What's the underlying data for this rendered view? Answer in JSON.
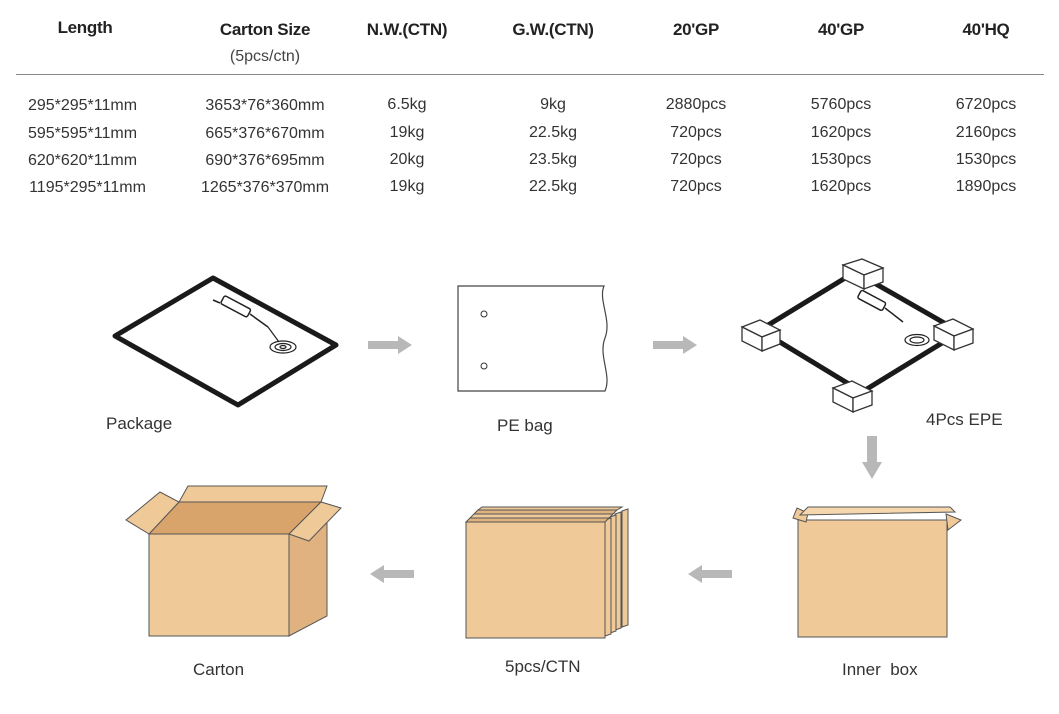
{
  "table": {
    "headers": {
      "length": "Length",
      "carton_size": "Carton Size",
      "carton_size_sub": "(5pcs/ctn)",
      "nw": "N.W.(CTN)",
      "gw": "G.W.(CTN)",
      "gp20": "20'GP",
      "gp40": "40'GP",
      "hq40": "40'HQ"
    },
    "rows": [
      {
        "length": "295*295*11mm",
        "carton": "3653*76*360mm",
        "nw": "6.5kg",
        "gw": "9kg",
        "gp20": "2880pcs",
        "gp40": "5760pcs",
        "hq40": "6720pcs"
      },
      {
        "length": "595*595*11mm",
        "carton": "665*376*670mm",
        "nw": "19kg",
        "gw": "22.5kg",
        "gp20": "720pcs",
        "gp40": "1620pcs",
        "hq40": "2160pcs"
      },
      {
        "length": "620*620*11mm",
        "carton": "690*376*695mm",
        "nw": "20kg",
        "gw": "23.5kg",
        "gp20": "720pcs",
        "gp40": "1530pcs",
        "hq40": "1530pcs"
      },
      {
        "length": "1195*295*11mm",
        "carton": "1265*376*370mm",
        "nw": "19kg",
        "gw": "22.5kg",
        "gp20": "720pcs",
        "gp40": "1620pcs",
        "hq40": "1890pcs"
      }
    ]
  },
  "steps": {
    "package": "Package",
    "pe_bag": "PE bag",
    "epe": "4Pcs EPE",
    "inner_box": "Inner  box",
    "five_pcs": "5pcs/CTN",
    "carton": "Carton"
  },
  "colors": {
    "carton_fill": "#f0c999",
    "carton_dark": "#e0b27f",
    "arrow": "#b8b8b8",
    "line": "#222222"
  }
}
